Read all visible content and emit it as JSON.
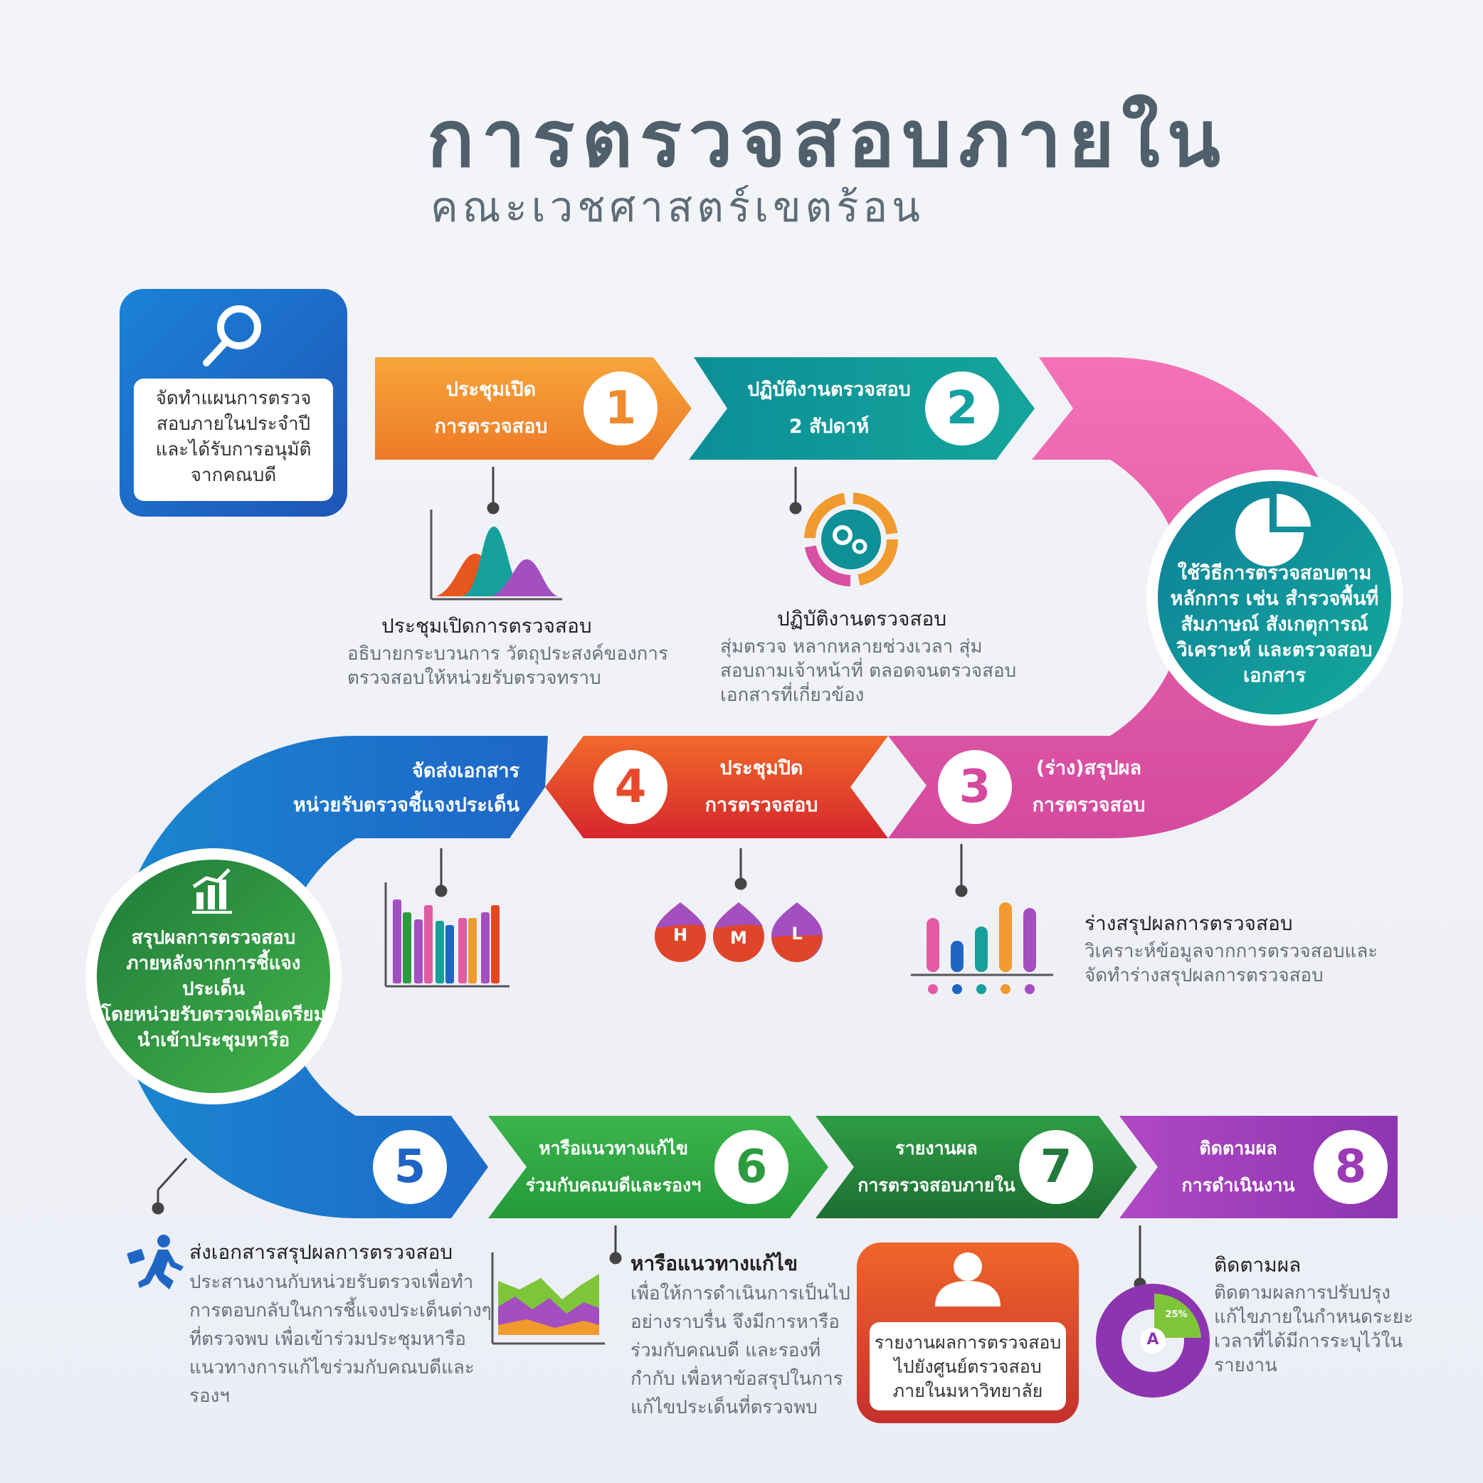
{
  "header": {
    "title": "การตรวจสอบภายใน",
    "subtitle": "คณะเวชศาสตร์เขตร้อน"
  },
  "plan_box": {
    "icon": "magnifier-icon",
    "lines": [
      "จัดทำแผนการตรวจ",
      "สอบภายในประจำปี",
      "และได้รับการอนุมัติ",
      "จากคณบดี"
    ]
  },
  "steps": [
    {
      "number": "1",
      "lines": [
        "ประชุมเปิด",
        "การตรวจสอบ"
      ],
      "color": "#f08a2b"
    },
    {
      "number": "2",
      "lines": [
        "ปฏิบัติงานตรวจสอบ",
        "2 สัปดาห์"
      ],
      "color": "#12a0a0"
    },
    {
      "number": "3",
      "lines": [
        "(ร่าง)สรุปผล",
        "การตรวจสอบ"
      ],
      "color": "#e2559f"
    },
    {
      "number": "4",
      "lines": [
        "ประชุมปิด",
        "การตรวจสอบ"
      ],
      "color": "#e8492b"
    },
    {
      "number": "5",
      "lines": [],
      "color": "#1f63c4"
    },
    {
      "number": "6",
      "lines": [
        "หารือแนวทางแก้ไข",
        "ร่วมกับคณบดีและรองฯ"
      ],
      "color": "#2c9a3e"
    },
    {
      "number": "7",
      "lines": [
        "รายงานผล",
        "การตรวจสอบภายใน"
      ],
      "color": "#217a3c"
    },
    {
      "number": "8",
      "lines": [
        "ติดตามผล",
        "การดำเนินงาน"
      ],
      "color": "#9b3bb5"
    }
  ],
  "send_band": {
    "lines": [
      "จัดส่งเอกสาร",
      "หน่วยรับตรวจชี้แจงประเด็น"
    ]
  },
  "teal_circle": {
    "icon": "pie-chart-icon",
    "lines": [
      "ใช้วิธีการตรวจสอบตาม",
      "หลักการ เช่น สำรวจพื้นที่",
      "สัมภาษณ์ สังเกตุการณ์",
      "วิเคราะห์ และตรวจสอบ",
      "เอกสาร"
    ]
  },
  "green_circle": {
    "icon": "growth-chart-icon",
    "lines": [
      "สรุปผลการตรวจสอบ",
      "ภายหลังจากการชี้แจงประเด็น",
      "โดยหน่วยรับตรวจเพื่อเตรียม",
      "นำเข้าประชุมหารือ"
    ]
  },
  "details": {
    "d1": {
      "title": "ประชุมเปิดการตรวจสอบ",
      "lines": [
        "อธิบายกระบวนการ วัตถุประสงค์ของการ",
        "ตรวจสอบให้หน่วยรับตรวจทราบ"
      ]
    },
    "d2": {
      "title": "ปฏิบัติงานตรวจสอบ",
      "lines": [
        "สุ่มตรวจ หลากหลายช่วงเวลา สุ่ม",
        "สอบถามเจ้าหน้าที่ ตลอดจนตรวจสอบ",
        "เอกสารที่เกี่ยวข้อง"
      ]
    },
    "d3": {
      "title": "ร่างสรุปผลการตรวจสอบ",
      "lines": [
        "วิเคราะห์ข้อมูลจากการตรวจสอบและ",
        "จัดทำร่างสรุปผลการตรวจสอบ"
      ]
    },
    "d5": {
      "title": "ส่งเอกสารสรุปผลการตรวจสอบ",
      "lines": [
        "ประสานงานกับหน่วยรับตรวจเพื่อทำ",
        "การตอบกลับในการชี้แจงประเด็นต่างๆ",
        "ที่ตรวจพบ เพื่อเข้าร่วมประชุมหารือ",
        "แนวทางการแก้ไขร่วมกับคณบดีและ",
        "รองฯ"
      ]
    },
    "d6": {
      "title": "หารือแนวทางแก้ไข",
      "lines": [
        "เพื่อให้การดำเนินการเป็นไป",
        "อย่างราบรื่น จึงมีการหารือ",
        "ร่วมกับคณบดี และรองที่",
        "กำกับ เพื่อหาข้อสรุปในการ",
        "แก้ไขประเด็นที่ตรวจพบ"
      ]
    },
    "d8": {
      "title": "ติดตามผล",
      "lines": [
        "ติดตามผลการปรับปรุง",
        "แก้ไขภายในกำหนดระยะ",
        "เวลาที่ได้มีการระบุไว้ใน",
        "รายงาน"
      ]
    }
  },
  "report_box": {
    "icon": "user-icon",
    "lines": [
      "รายงานผลการตรวจสอบ",
      "ไปยังศูนย์ตรวจสอบ",
      "ภายในมหาวิทยาลัย"
    ]
  },
  "drops": [
    "H",
    "M",
    "L"
  ],
  "donut": {
    "label": "A",
    "percent": "25%"
  },
  "run_icon": "running-person-icon"
}
